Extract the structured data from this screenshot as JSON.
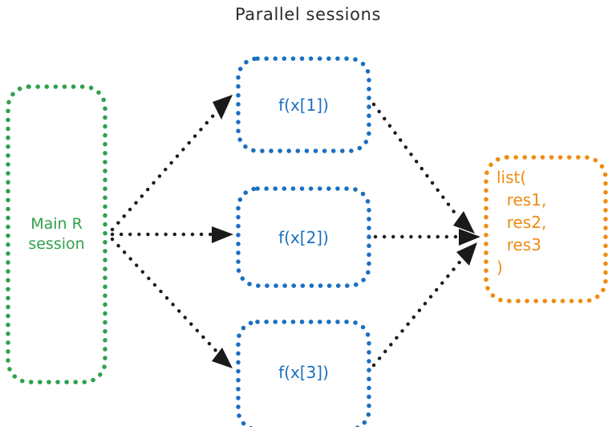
{
  "title": "Parallel sessions",
  "colors": {
    "green": "#2fa14a",
    "blue": "#1b6fc0",
    "orange": "#ee8c12",
    "arrow": "#1a1a1a",
    "background": "#ffffff"
  },
  "nodes": {
    "main_session": {
      "label": "Main R\nsession",
      "color": "#2fa14a",
      "border_style": "dotted"
    },
    "workers": [
      {
        "label": "f(x[1])",
        "color": "#1b6fc0",
        "border_style": "dotted"
      },
      {
        "label": "f(x[2])",
        "color": "#1b6fc0",
        "border_style": "dotted"
      },
      {
        "label": "f(x[3])",
        "color": "#1b6fc0",
        "border_style": "dotted"
      }
    ],
    "result": {
      "label": "list(\n  res1,\n  res2,\n  res3\n)",
      "color": "#ee8c12",
      "border_style": "dotted"
    }
  },
  "arrows": {
    "style": "dotted-with-solid-arrowhead",
    "color": "#1a1a1a",
    "fan_out_count": 3,
    "fan_in_count": 3
  }
}
